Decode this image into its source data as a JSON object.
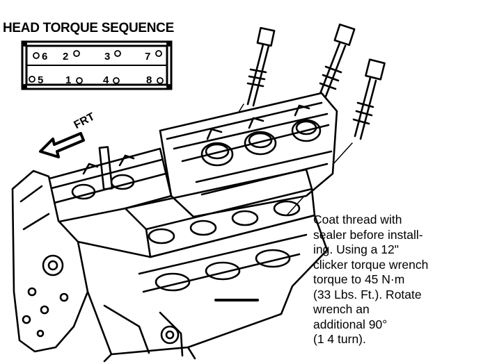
{
  "title": "HEAD TORQUE SEQUENCE",
  "sequence": {
    "top_row": [
      "6",
      "2",
      "3",
      "7"
    ],
    "bottom_row": [
      "5",
      "1",
      "4",
      "8"
    ]
  },
  "front_label": "FRT",
  "note_lines": [
    "Coat thread with",
    "sealer before install-",
    "ing. Using a 12\"",
    "clicker torque wrench",
    "torque to 45 N·m",
    "(33 Lbs. Ft.). Rotate",
    "wrench an",
    "additional 90°",
    "(1 4 turn)."
  ]
}
